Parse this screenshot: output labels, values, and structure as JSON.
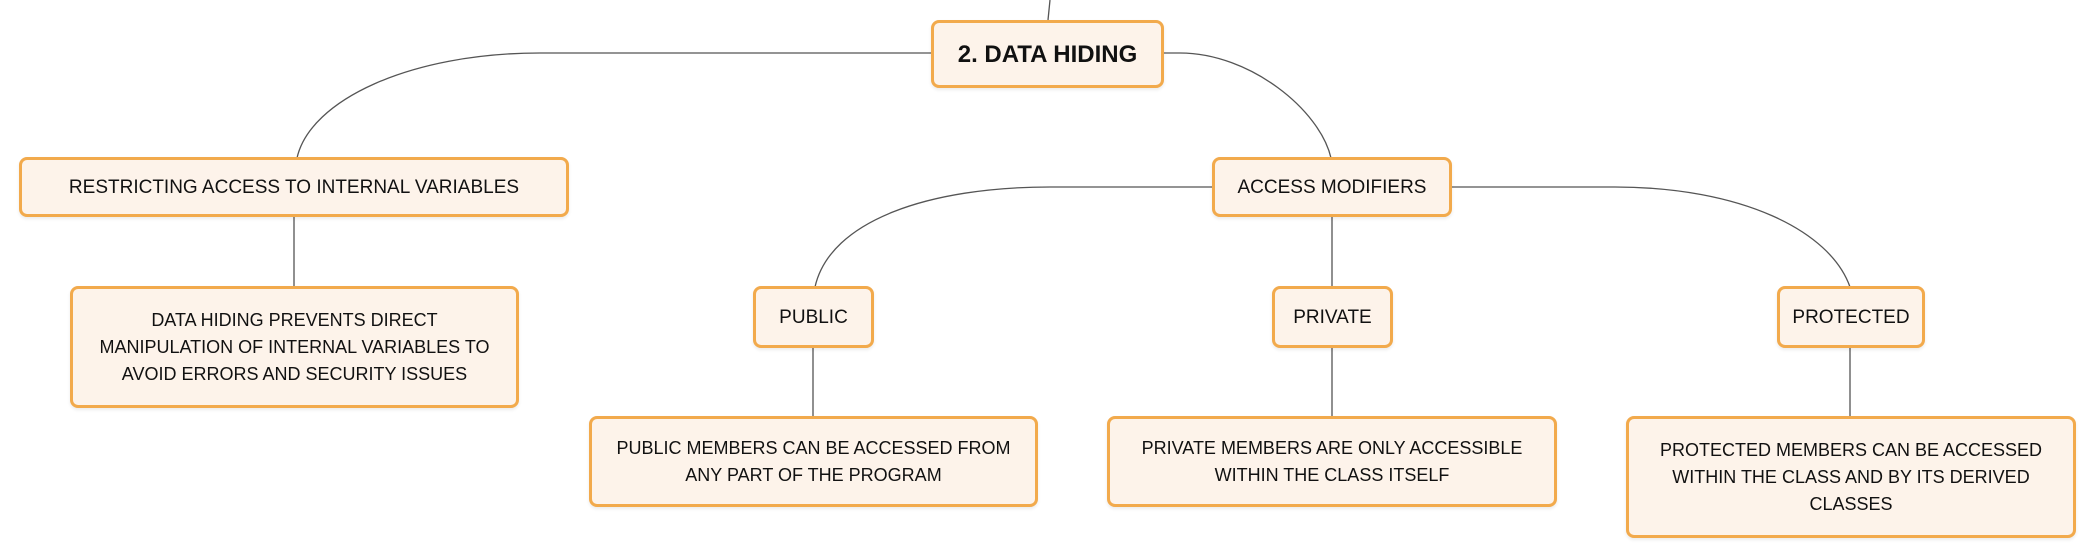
{
  "diagram": {
    "root": {
      "label": "2. DATA HIDING"
    },
    "restricting": {
      "label": "RESTRICTING ACCESS TO INTERNAL VARIABLES"
    },
    "restricting_detail": {
      "label": "DATA HIDING PREVENTS DIRECT MANIPULATION OF INTERNAL VARIABLES TO AVOID ERRORS AND SECURITY ISSUES"
    },
    "access_modifiers": {
      "label": "ACCESS MODIFIERS"
    },
    "public": {
      "label": "PUBLIC"
    },
    "public_detail": {
      "label": "PUBLIC MEMBERS CAN BE ACCESSED FROM ANY PART OF THE PROGRAM"
    },
    "private": {
      "label": "PRIVATE"
    },
    "private_detail": {
      "label": "PRIVATE MEMBERS ARE ONLY ACCESSIBLE WITHIN THE CLASS ITSELF"
    },
    "protected": {
      "label": "PROTECTED"
    },
    "protected_detail": {
      "label": "PROTECTED MEMBERS CAN BE ACCESSED WITHIN THE CLASS AND BY ITS DERIVED CLASSES"
    }
  },
  "colors": {
    "node_fill": "#fdf3ea",
    "node_border": "#f2aa4c",
    "connector": "#555555"
  }
}
